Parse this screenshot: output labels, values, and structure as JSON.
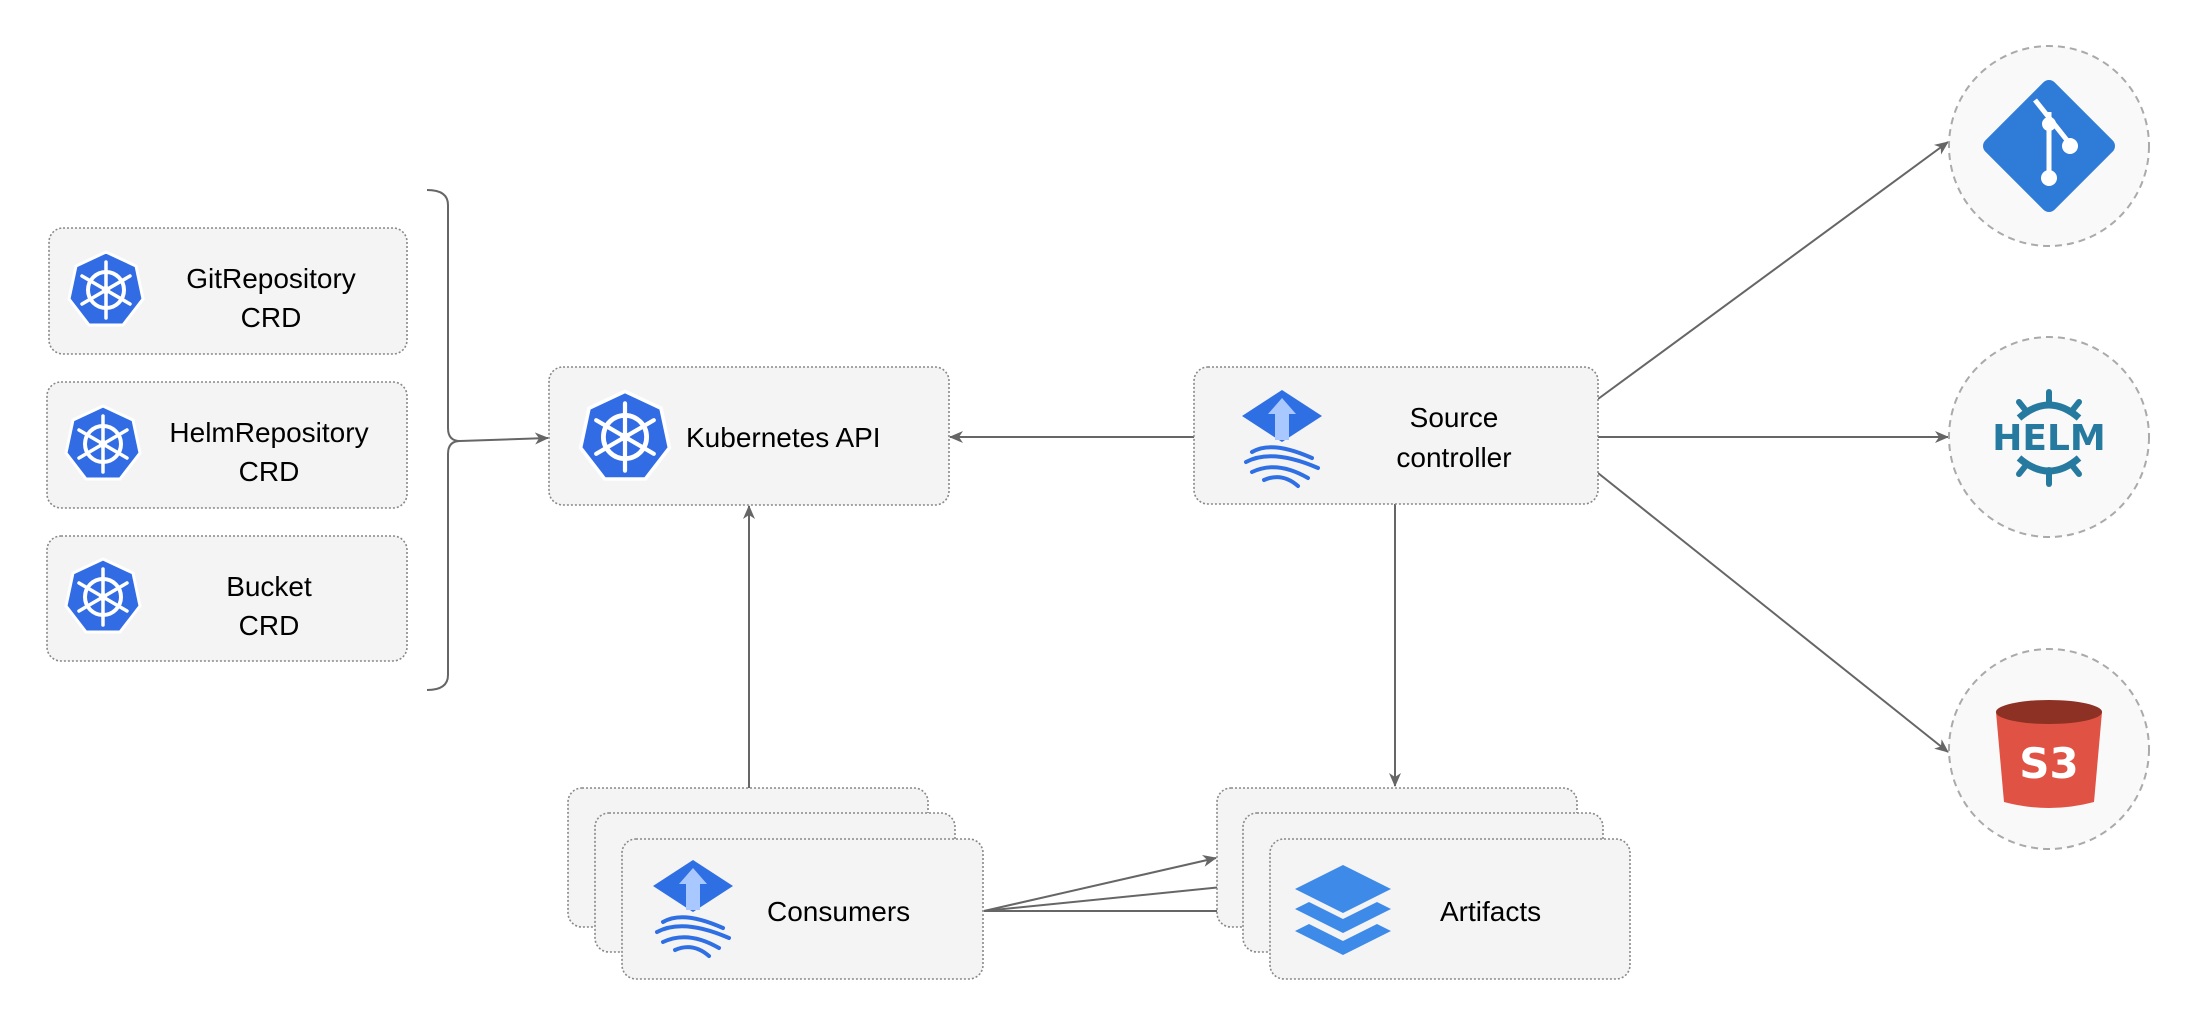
{
  "nodes": {
    "git_repository_crd": {
      "line1": "GitRepository",
      "line2": "CRD",
      "icon": "kubernetes-icon"
    },
    "helm_repository_crd": {
      "line1": "HelmRepository",
      "line2": "CRD",
      "icon": "kubernetes-icon"
    },
    "bucket_crd": {
      "line1": "Bucket",
      "line2": "CRD",
      "icon": "kubernetes-icon"
    },
    "kubernetes_api": {
      "label": "Kubernetes API",
      "icon": "kubernetes-icon"
    },
    "source_controller": {
      "line1": "Source",
      "line2": "controller",
      "icon": "flux-icon"
    },
    "consumers": {
      "label": "Consumers",
      "icon": "flux-icon"
    },
    "artifacts": {
      "label": "Artifacts",
      "icon": "layers-icon"
    },
    "git": {
      "icon": "git-icon"
    },
    "helm": {
      "icon": "helm-icon",
      "logo_text": "HELM"
    },
    "s3": {
      "icon": "s3-bucket-icon",
      "logo_text": "S3"
    }
  },
  "colors": {
    "kubernetes_blue": "#326ce5",
    "flux_blue": "#2f6fe4",
    "git_blue": "#2f7bd8",
    "helm_teal": "#277a9f",
    "s3_red": "#e05243",
    "s3_dark": "#8c3123",
    "edge": "#666666"
  }
}
